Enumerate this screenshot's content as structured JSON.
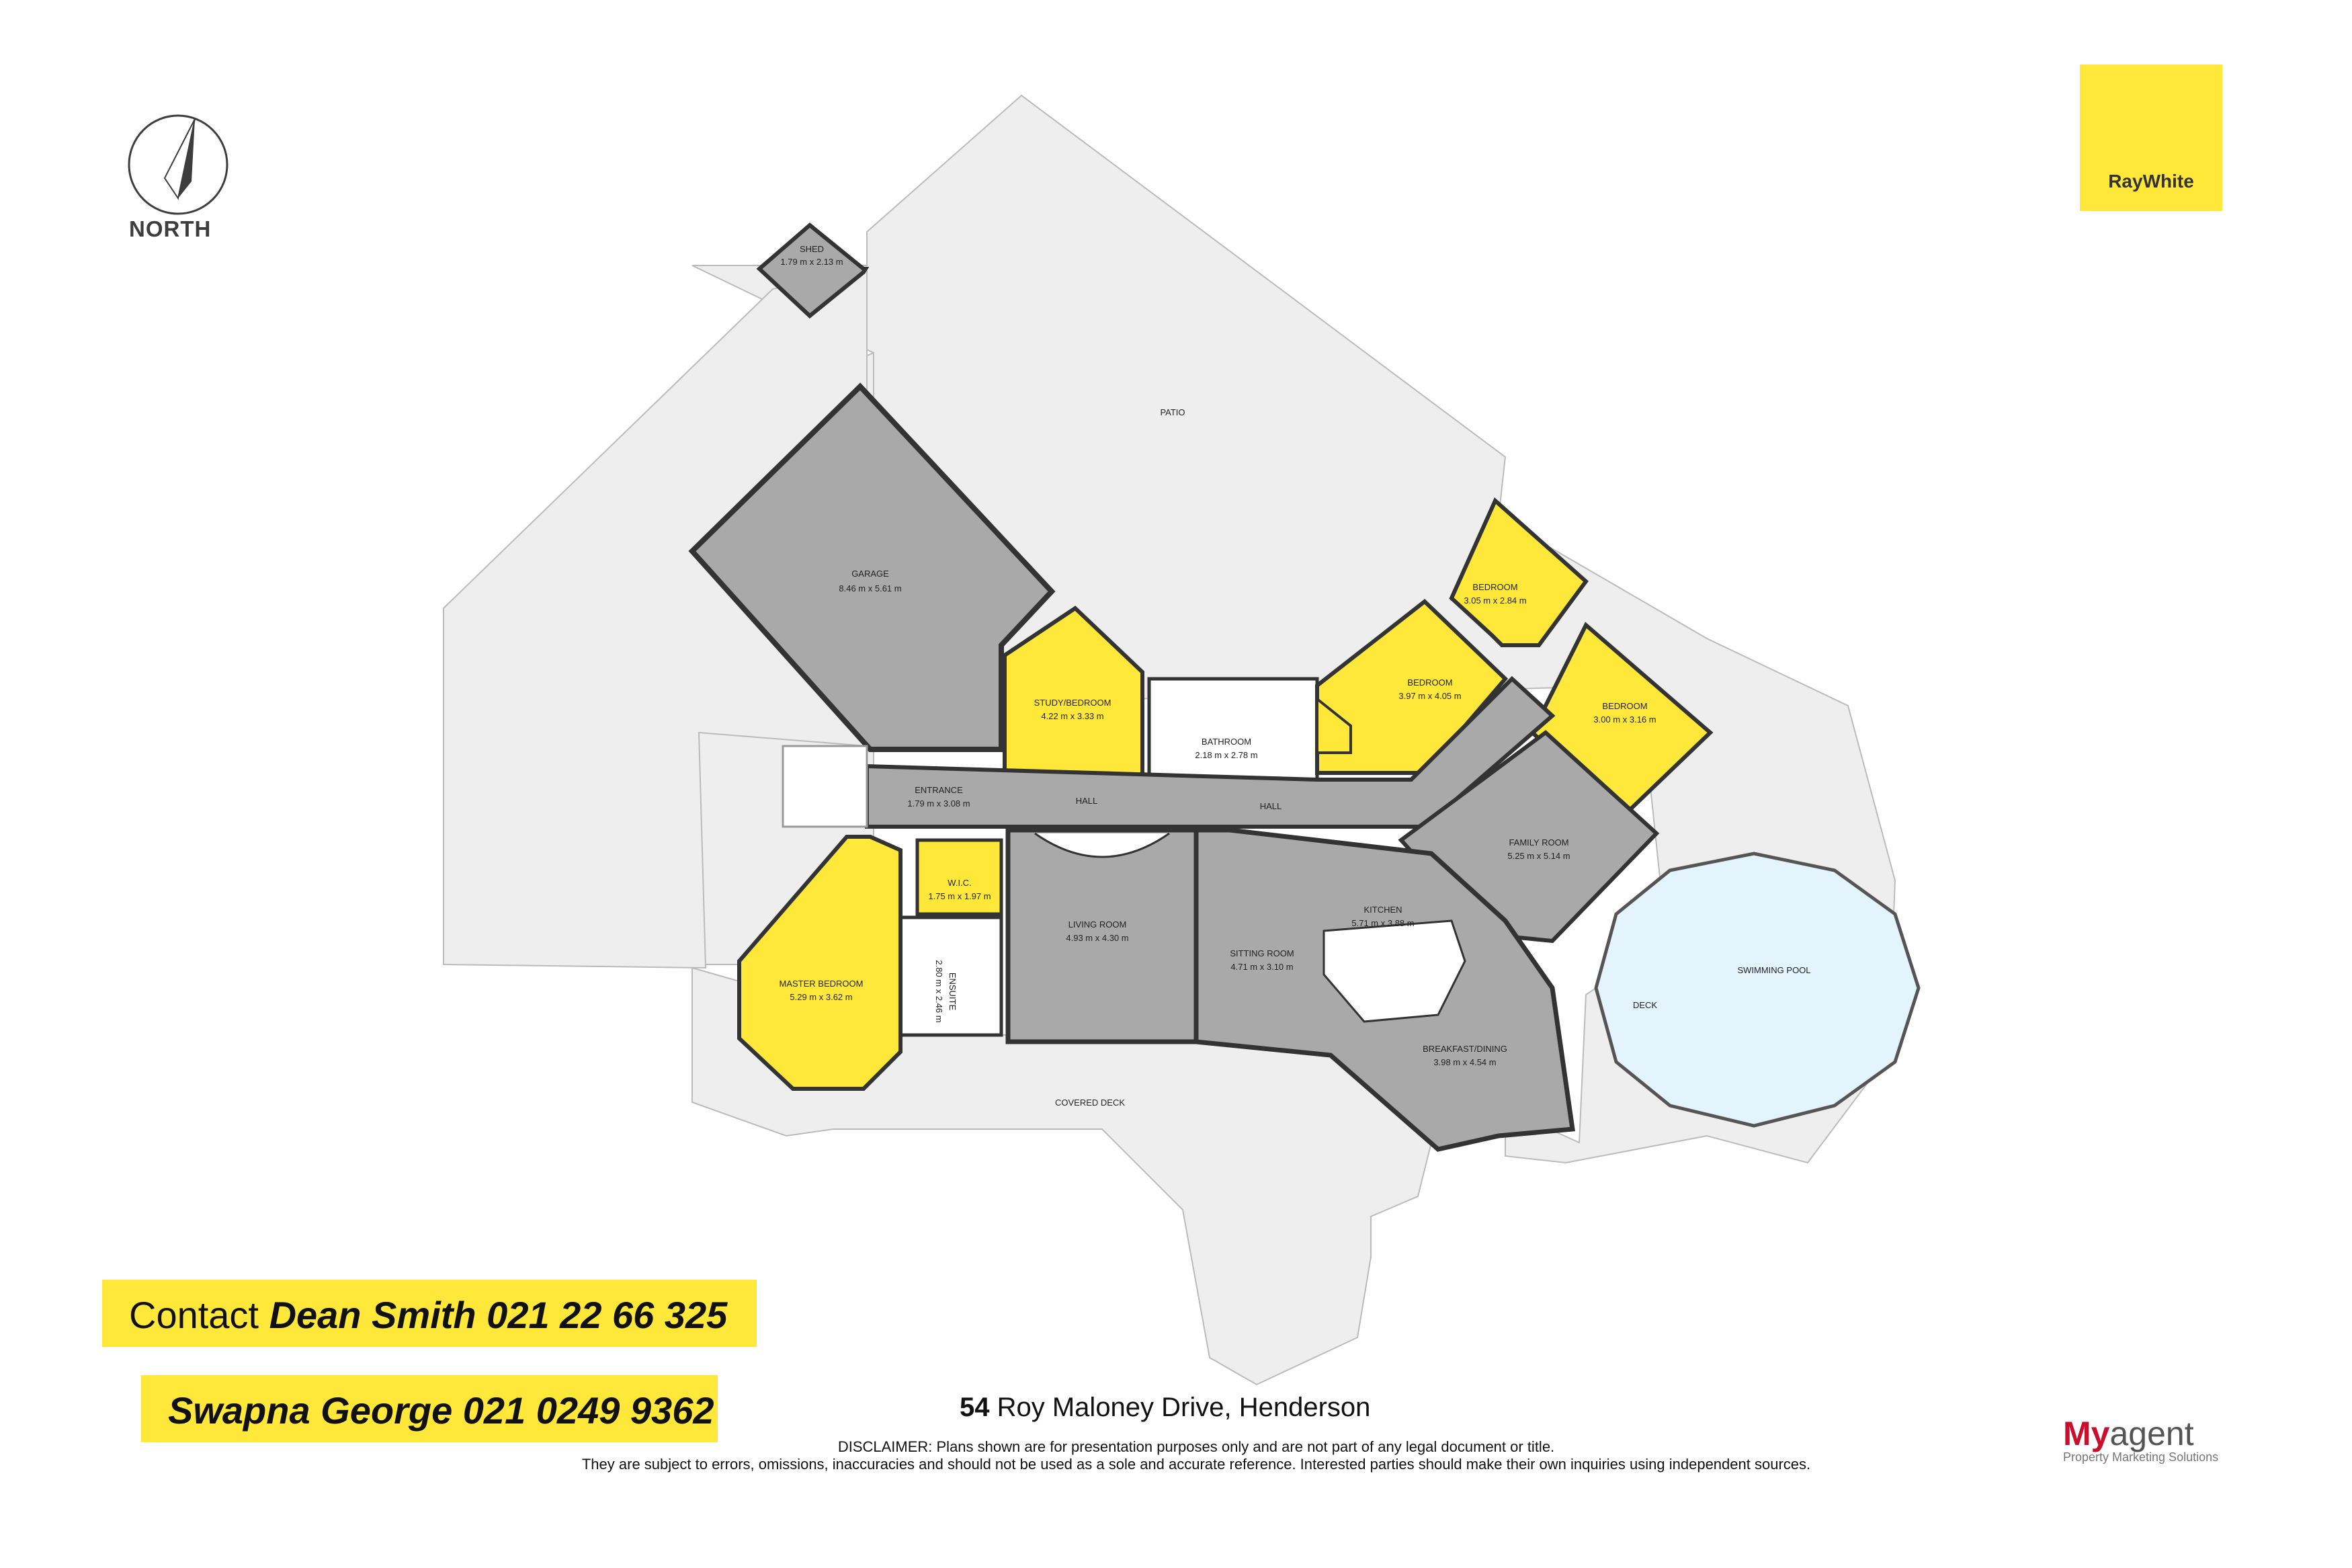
{
  "brand": {
    "logo_text": "RayWhite",
    "accent_color": "#ffe83a"
  },
  "compass": {
    "label": "NORTH"
  },
  "rooms": {
    "shed": {
      "name": "SHED",
      "dims": "1.79 m x 2.13 m"
    },
    "patio": {
      "name": "PATIO"
    },
    "garage": {
      "name": "GARAGE",
      "dims": "8.46 m x 5.61 m"
    },
    "study": {
      "name": "STUDY/BEDROOM",
      "dims": "4.22 m x 3.33 m"
    },
    "bathroom": {
      "name": "BATHROOM",
      "dims": "2.18 m x 2.78 m"
    },
    "bedroom1": {
      "name": "BEDROOM",
      "dims": "3.05 m x 2.84 m"
    },
    "bedroom2": {
      "name": "BEDROOM",
      "dims": "3.97 m x 4.05 m"
    },
    "bedroom3": {
      "name": "BEDROOM",
      "dims": "3.00 m x 3.16 m"
    },
    "entrance": {
      "name": "ENTRANCE",
      "dims": "1.79 m x 3.08 m"
    },
    "hall1": {
      "name": "HALL"
    },
    "hall2": {
      "name": "HALL"
    },
    "family": {
      "name": "FAMILY ROOM",
      "dims": "5.25 m x 5.14 m"
    },
    "wic": {
      "name": "W.I.C.",
      "dims": "1.75 m x 1.97 m"
    },
    "master": {
      "name": "MASTER BEDROOM",
      "dims": "5.29 m x 3.62 m"
    },
    "ensuite": {
      "name": "ENSUITE",
      "dims": "2.80 m x 2.46 m"
    },
    "living": {
      "name": "LIVING ROOM",
      "dims": "4.93 m x 4.30 m"
    },
    "sitting": {
      "name": "SITTING ROOM",
      "dims": "4.71 m x 3.10 m"
    },
    "kitchen": {
      "name": "KITCHEN",
      "dims": "5.71 m x 3.88 m"
    },
    "dining": {
      "name": "BREAKFAST/DINING",
      "dims": "3.98 m x 4.54 m"
    },
    "deck": {
      "name": "DECK"
    },
    "pool": {
      "name": "SWIMMING POOL"
    },
    "covered_deck": {
      "name": "COVERED DECK"
    }
  },
  "contacts": {
    "line1_prefix": "Contact ",
    "line1_name": "Dean Smith 021 22 66 325",
    "line2_name": "Swapna George 021 0249 9362"
  },
  "address": {
    "number": "54",
    "street": " Roy Maloney Drive, Henderson"
  },
  "disclaimer": {
    "line1": "DISCLAIMER: Plans shown are for presentation purposes only and are not part of any legal document or title.",
    "line2": "They are subject to errors, omissions, inaccuracies and should not be used as a sole and accurate reference. Interested parties should make their own inquiries using independent sources."
  },
  "footer_logo": {
    "my": "My",
    "agent": "agent",
    "tagline": "Property Marketing Solutions"
  }
}
